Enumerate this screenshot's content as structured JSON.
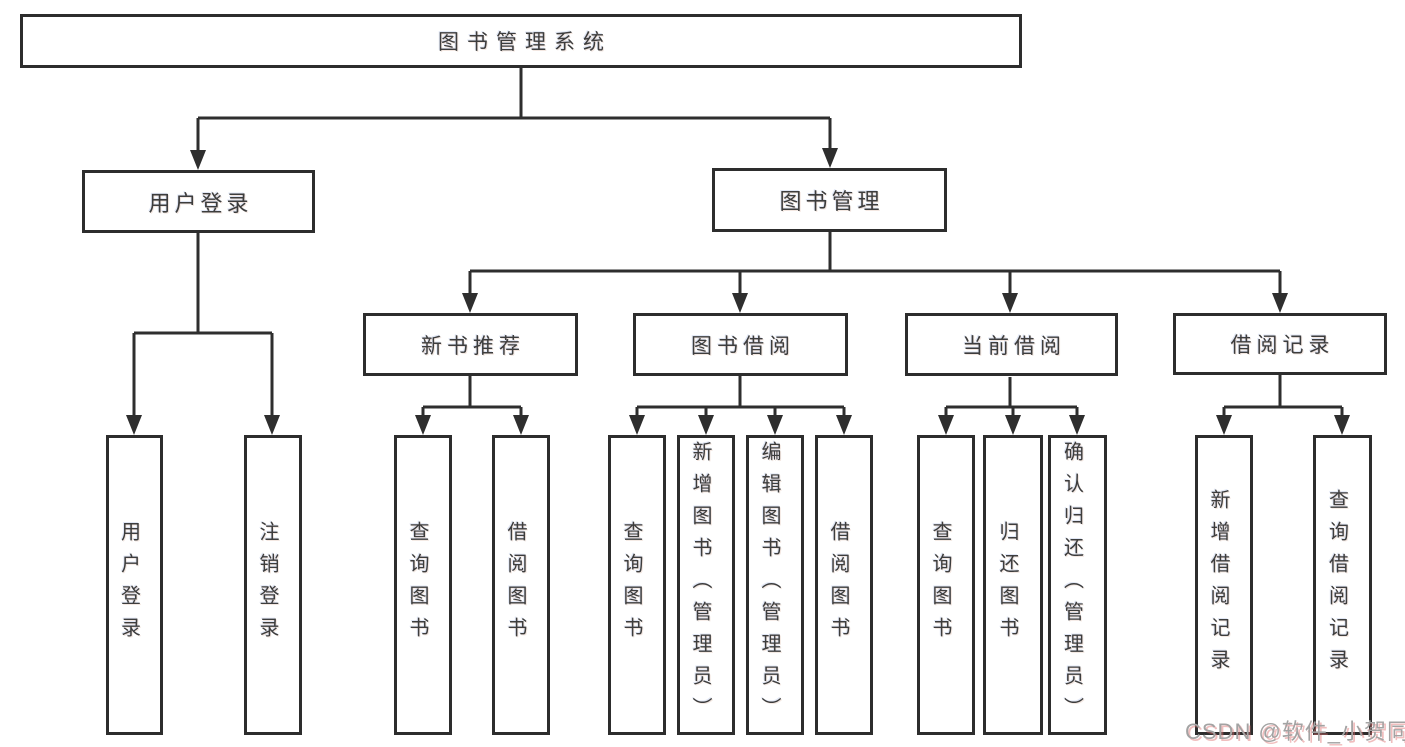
{
  "diagram": {
    "title": "图书管理系统",
    "branches": {
      "user_login": {
        "label": "用户登录",
        "children": [
          "用户登录",
          "注销登录"
        ]
      },
      "book_mgmt": {
        "label": "图书管理",
        "groups": [
          {
            "label": "新书推荐",
            "children": [
              "查询图书",
              "借阅图书"
            ]
          },
          {
            "label": "图书借阅",
            "children": [
              "查询图书",
              "新增图书（管理员）",
              "编辑图书（管理员）",
              "借阅图书"
            ]
          },
          {
            "label": "当前借阅",
            "children": [
              "查询图书",
              "归还图书",
              "确认归还（管理员）"
            ]
          },
          {
            "label": "借阅记录",
            "children": [
              "新增借阅记录",
              "查询借阅记录"
            ]
          }
        ]
      }
    }
  },
  "watermark": "CSDN @软件_小贺同学",
  "colors": {
    "line": "#2e2e2e",
    "box_border": "#2d2d2d",
    "text": "#3d3d3d",
    "watermark": "#a3a3a3"
  }
}
